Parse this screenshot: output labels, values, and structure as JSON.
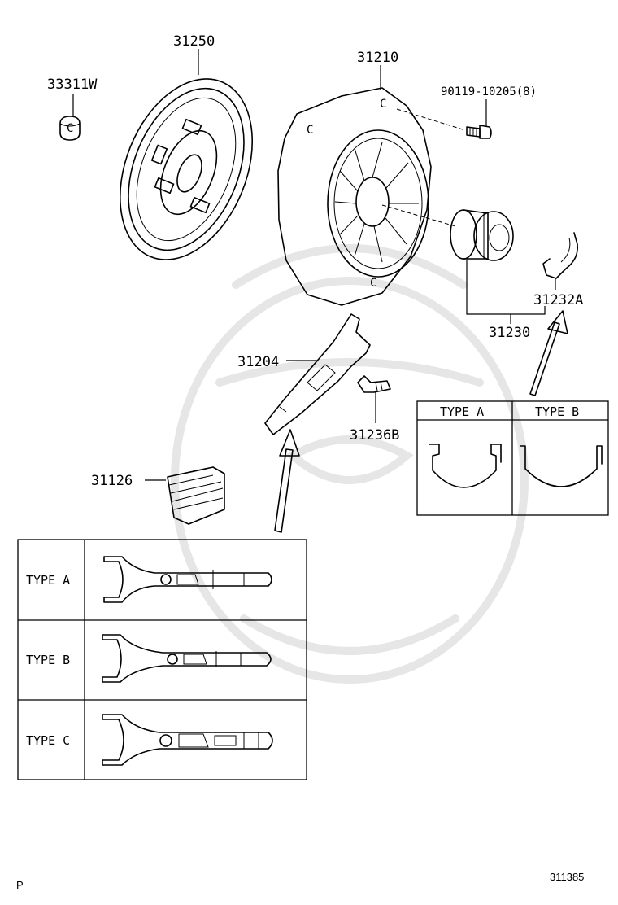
{
  "diagram": {
    "part_labels": {
      "p33311w": "33311W",
      "p31250": "31250",
      "p31210": "31210",
      "p90119": "90119-10205(8)",
      "p31232a": "31232A",
      "p31230": "31230",
      "p31204": "31204",
      "p31236b": "31236B",
      "p31126": "31126"
    },
    "clip_types": {
      "type_a": "TYPE A",
      "type_b": "TYPE B"
    },
    "fork_types": {
      "type_a": "TYPE A",
      "type_b": "TYPE B",
      "type_c": "TYPE C"
    },
    "footer": {
      "left": "P",
      "right": "311385"
    }
  }
}
